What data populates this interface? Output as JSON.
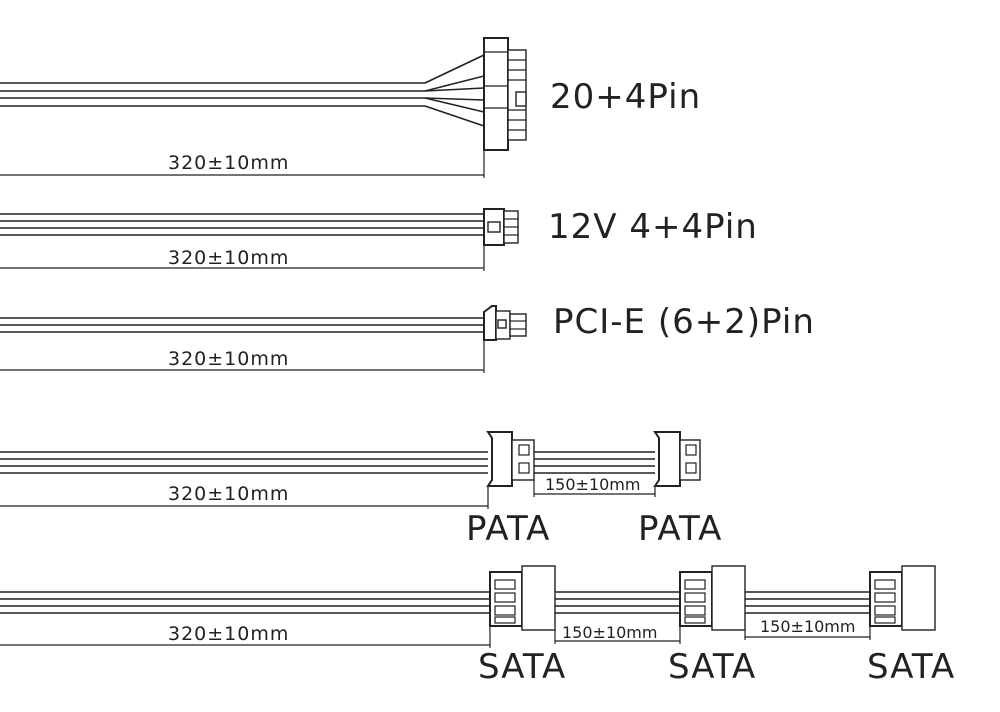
{
  "cables": [
    {
      "connector_label": "20+4Pin",
      "length_label": "320±10mm"
    },
    {
      "connector_label": "12V 4+4Pin",
      "length_label": "320±10mm"
    },
    {
      "connector_label": "PCI-E (6+2)Pin",
      "length_label": "320±10mm"
    },
    {
      "length_label": "320±10mm",
      "spacing_label": "150±10mm",
      "connector_labels": [
        "PATA",
        "PATA"
      ]
    },
    {
      "length_label": "320±10mm",
      "spacing_labels": [
        "150±10mm",
        "150±10mm"
      ],
      "connector_labels": [
        "SATA",
        "SATA",
        "SATA"
      ]
    }
  ]
}
